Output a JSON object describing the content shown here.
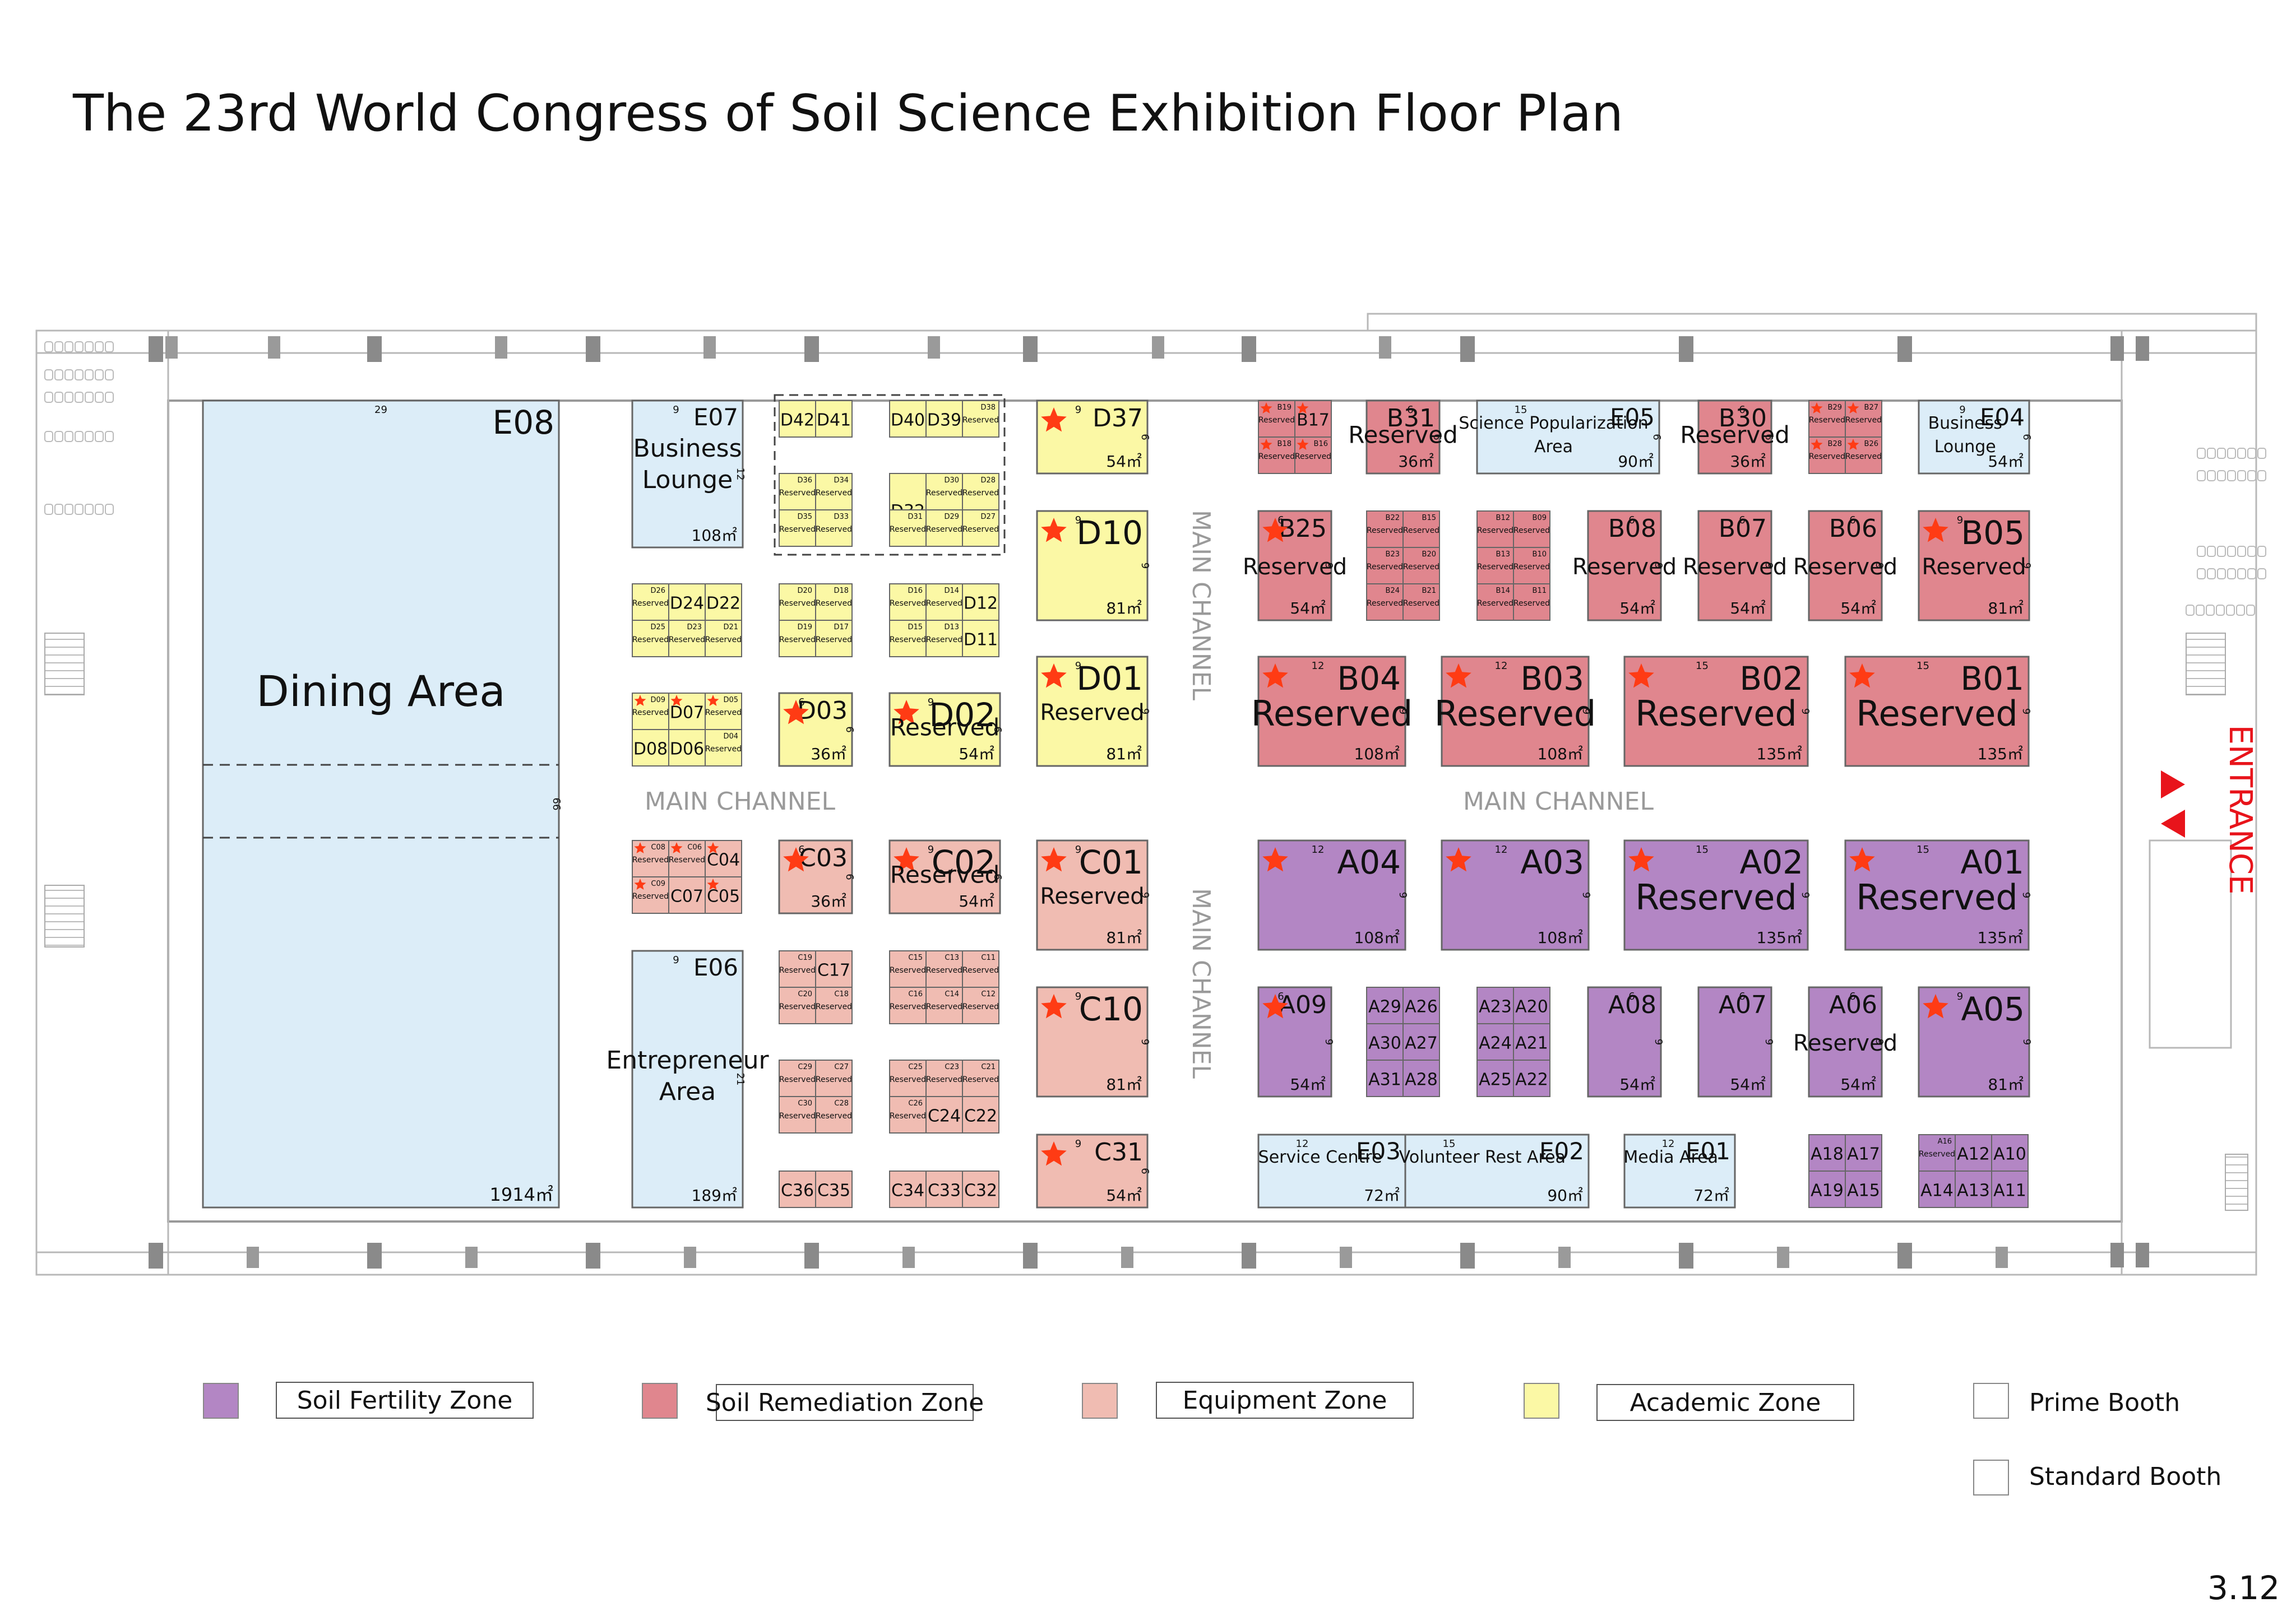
{
  "title": "The 23rd World Congress of Soil Science Exhibition Floor Plan",
  "page_number": "3.12",
  "colors": {
    "fertility": "#b386c4",
    "remediation": "#e0868e",
    "equipment": "#f0bcb2",
    "academic": "#fbf8a5",
    "service": "#dcedf8",
    "star": "#ff3b14"
  },
  "labels": {
    "main_channel": "MAIN CHANNEL",
    "entrance": "ENTRANCE",
    "reserved": "Reserved"
  },
  "legend": {
    "fertility": "Soil Fertility Zone",
    "remediation": "Soil Remediation Zone",
    "equipment": "Equipment Zone",
    "academic": "Academic Zone",
    "prime": "Prime Booth",
    "standard": "Standard Booth"
  },
  "booths": [
    {
      "id": "E08",
      "zone": "service",
      "area": "1914㎡",
      "dim": "29",
      "side": "66",
      "title": "Dining Area"
    },
    {
      "id": "E07",
      "zone": "service",
      "area": "108㎡",
      "dim": "9",
      "side": "12",
      "title": "Business Lounge"
    },
    {
      "id": "E06",
      "zone": "service",
      "area": "189㎡",
      "dim": "9",
      "side": "21",
      "title": "Entrepreneur Area"
    },
    {
      "id": "E05",
      "zone": "service",
      "area": "90㎡",
      "dim": "15",
      "side": "6",
      "title": "Science Popularization Area"
    },
    {
      "id": "E04",
      "zone": "service",
      "area": "54㎡",
      "dim": "9",
      "side": "6",
      "title": "Business Lounge"
    },
    {
      "id": "E03",
      "zone": "service",
      "area": "72㎡",
      "dim": "12",
      "title": "Service Centre"
    },
    {
      "id": "E02",
      "zone": "service",
      "area": "90㎡",
      "dim": "15",
      "title": "Volunteer Rest Area"
    },
    {
      "id": "E01",
      "zone": "service",
      "area": "72㎡",
      "dim": "12",
      "title": "Media Area"
    },
    {
      "id": "D37",
      "zone": "academic",
      "area": "54㎡",
      "dim": "9",
      "side": "6",
      "prime": true
    },
    {
      "id": "D10",
      "zone": "academic",
      "area": "81㎡",
      "dim": "9",
      "side": "9",
      "prime": true
    },
    {
      "id": "D01",
      "zone": "academic",
      "area": "81㎡",
      "dim": "9",
      "side": "9",
      "prime": true,
      "status": "Reserved"
    },
    {
      "id": "D03",
      "zone": "academic",
      "area": "36㎡",
      "dim": "6",
      "side": "6",
      "prime": true
    },
    {
      "id": "D02",
      "zone": "academic",
      "area": "54㎡",
      "dim": "9",
      "side": "6",
      "prime": true,
      "status": "Reserved"
    },
    {
      "id": "C03",
      "zone": "equipment",
      "area": "36㎡",
      "dim": "6",
      "side": "6",
      "prime": true
    },
    {
      "id": "C02",
      "zone": "equipment",
      "area": "54㎡",
      "dim": "9",
      "side": "6",
      "prime": true,
      "status": "Reserved"
    },
    {
      "id": "C01",
      "zone": "equipment",
      "area": "81㎡",
      "dim": "9",
      "side": "9",
      "prime": true,
      "status": "Reserved"
    },
    {
      "id": "C10",
      "zone": "equipment",
      "area": "81㎡",
      "dim": "9",
      "side": "9",
      "prime": true
    },
    {
      "id": "C31",
      "zone": "equipment",
      "area": "54㎡",
      "dim": "9",
      "side": "6",
      "prime": true
    },
    {
      "id": "B31",
      "zone": "remediation",
      "area": "36㎡",
      "dim": "6",
      "side": "6",
      "status": "Reserved"
    },
    {
      "id": "B30",
      "zone": "remediation",
      "area": "36㎡",
      "dim": "6",
      "side": "6",
      "status": "Reserved"
    },
    {
      "id": "B25",
      "zone": "remediation",
      "area": "54㎡",
      "dim": "6",
      "side": "9",
      "prime": true,
      "status": "Reserved"
    },
    {
      "id": "B08",
      "zone": "remediation",
      "area": "54㎡",
      "dim": "6",
      "side": "9",
      "status": "Reserved"
    },
    {
      "id": "B07",
      "zone": "remediation",
      "area": "54㎡",
      "dim": "6",
      "side": "9",
      "status": "Reserved"
    },
    {
      "id": "B06",
      "zone": "remediation",
      "area": "54㎡",
      "dim": "6",
      "side": "9",
      "status": "Reserved"
    },
    {
      "id": "B05",
      "zone": "remediation",
      "area": "81㎡",
      "dim": "9",
      "side": "9",
      "prime": true,
      "status": "Reserved"
    },
    {
      "id": "B04",
      "zone": "remediation",
      "area": "108㎡",
      "dim": "12",
      "side": "9",
      "prime": true,
      "status": "Reserved"
    },
    {
      "id": "B03",
      "zone": "remediation",
      "area": "108㎡",
      "dim": "12",
      "side": "9",
      "prime": true,
      "status": "Reserved"
    },
    {
      "id": "B02",
      "zone": "remediation",
      "area": "135㎡",
      "dim": "15",
      "side": "9",
      "prime": true,
      "status": "Reserved"
    },
    {
      "id": "B01",
      "zone": "remediation",
      "area": "135㎡",
      "dim": "15",
      "side": "9",
      "prime": true,
      "status": "Reserved"
    },
    {
      "id": "A04",
      "zone": "fertility",
      "area": "108㎡",
      "dim": "12",
      "side": "9",
      "prime": true
    },
    {
      "id": "A03",
      "zone": "fertility",
      "area": "108㎡",
      "dim": "12",
      "side": "9",
      "prime": true
    },
    {
      "id": "A02",
      "zone": "fertility",
      "area": "135㎡",
      "dim": "15",
      "side": "9",
      "prime": true,
      "status": "Reserved"
    },
    {
      "id": "A01",
      "zone": "fertility",
      "area": "135㎡",
      "dim": "15",
      "side": "9",
      "prime": true,
      "status": "Reserved"
    },
    {
      "id": "A09",
      "zone": "fertility",
      "area": "54㎡",
      "dim": "6",
      "side": "9",
      "prime": true
    },
    {
      "id": "A08",
      "zone": "fertility",
      "area": "54㎡",
      "dim": "6",
      "side": "9"
    },
    {
      "id": "A07",
      "zone": "fertility",
      "area": "54㎡",
      "dim": "6",
      "side": "9"
    },
    {
      "id": "A06",
      "zone": "fertility",
      "area": "54㎡",
      "dim": "6",
      "side": "9",
      "status": "Reserved"
    },
    {
      "id": "A05",
      "zone": "fertility",
      "area": "81㎡",
      "dim": "9",
      "side": "9",
      "prime": true
    }
  ],
  "small_booths": [
    {
      "id": "D42",
      "zone": "academic"
    },
    {
      "id": "D41",
      "zone": "academic"
    },
    {
      "id": "D40",
      "zone": "academic"
    },
    {
      "id": "D39",
      "zone": "academic"
    },
    {
      "id": "D38",
      "zone": "academic",
      "status": "Reserved"
    },
    {
      "id": "D36",
      "zone": "academic",
      "status": "Reserved"
    },
    {
      "id": "D34",
      "zone": "academic",
      "status": "Reserved"
    },
    {
      "id": "D35",
      "zone": "academic",
      "status": "Reserved"
    },
    {
      "id": "D33",
      "zone": "academic",
      "status": "Reserved"
    },
    {
      "id": "D32",
      "zone": "academic"
    },
    {
      "id": "D30",
      "zone": "academic",
      "status": "Reserved"
    },
    {
      "id": "D28",
      "zone": "academic",
      "status": "Reserved"
    },
    {
      "id": "D31",
      "zone": "academic",
      "status": "Reserved"
    },
    {
      "id": "D29",
      "zone": "academic",
      "status": "Reserved"
    },
    {
      "id": "D27",
      "zone": "academic",
      "status": "Reserved"
    },
    {
      "id": "D26",
      "zone": "academic",
      "status": "Reserved"
    },
    {
      "id": "D24",
      "zone": "academic"
    },
    {
      "id": "D22",
      "zone": "academic"
    },
    {
      "id": "D25",
      "zone": "academic",
      "status": "Reserved"
    },
    {
      "id": "D23",
      "zone": "academic",
      "status": "Reserved"
    },
    {
      "id": "D21",
      "zone": "academic",
      "status": "Reserved"
    },
    {
      "id": "D20",
      "zone": "academic",
      "status": "Reserved"
    },
    {
      "id": "D18",
      "zone": "academic",
      "status": "Reserved"
    },
    {
      "id": "D19",
      "zone": "academic",
      "status": "Reserved"
    },
    {
      "id": "D17",
      "zone": "academic",
      "status": "Reserved"
    },
    {
      "id": "D16",
      "zone": "academic",
      "status": "Reserved"
    },
    {
      "id": "D14",
      "zone": "academic",
      "status": "Reserved"
    },
    {
      "id": "D12",
      "zone": "academic"
    },
    {
      "id": "D15",
      "zone": "academic",
      "status": "Reserved"
    },
    {
      "id": "D13",
      "zone": "academic",
      "status": "Reserved"
    },
    {
      "id": "D11",
      "zone": "academic"
    },
    {
      "id": "D09",
      "zone": "academic",
      "prime": true,
      "status": "Reserved"
    },
    {
      "id": "D07",
      "zone": "academic",
      "prime": true
    },
    {
      "id": "D05",
      "zone": "academic",
      "prime": true,
      "status": "Reserved"
    },
    {
      "id": "D06",
      "zone": "academic"
    },
    {
      "id": "D04",
      "zone": "academic",
      "status": "Reserved"
    },
    {
      "id": "D08",
      "zone": "academic"
    },
    {
      "id": "C08",
      "zone": "equipment",
      "prime": true,
      "status": "Reserved"
    },
    {
      "id": "C06",
      "zone": "equipment",
      "prime": true,
      "status": "Reserved"
    },
    {
      "id": "C04",
      "zone": "equipment",
      "prime": true
    },
    {
      "id": "C09",
      "zone": "equipment",
      "prime": true,
      "status": "Reserved"
    },
    {
      "id": "C07",
      "zone": "equipment"
    },
    {
      "id": "C05",
      "zone": "equipment",
      "prime": true
    },
    {
      "id": "C19",
      "zone": "equipment",
      "status": "Reserved"
    },
    {
      "id": "C17",
      "zone": "equipment"
    },
    {
      "id": "C20",
      "zone": "equipment",
      "status": "Reserved"
    },
    {
      "id": "C18",
      "zone": "equipment",
      "status": "Reserved"
    },
    {
      "id": "C15",
      "zone": "equipment",
      "status": "Reserved"
    },
    {
      "id": "C13",
      "zone": "equipment",
      "status": "Reserved"
    },
    {
      "id": "C11",
      "zone": "equipment",
      "status": "Reserved"
    },
    {
      "id": "C16",
      "zone": "equipment",
      "status": "Reserved"
    },
    {
      "id": "C14",
      "zone": "equipment",
      "status": "Reserved"
    },
    {
      "id": "C12",
      "zone": "equipment",
      "status": "Reserved"
    },
    {
      "id": "C29",
      "zone": "equipment",
      "status": "Reserved"
    },
    {
      "id": "C27",
      "zone": "equipment",
      "status": "Reserved"
    },
    {
      "id": "C30",
      "zone": "equipment",
      "status": "Reserved"
    },
    {
      "id": "C28",
      "zone": "equipment",
      "status": "Reserved"
    },
    {
      "id": "C25",
      "zone": "equipment",
      "status": "Reserved"
    },
    {
      "id": "C23",
      "zone": "equipment",
      "status": "Reserved"
    },
    {
      "id": "C21",
      "zone": "equipment",
      "status": "Reserved"
    },
    {
      "id": "C26",
      "zone": "equipment",
      "status": "Reserved"
    },
    {
      "id": "C24",
      "zone": "equipment"
    },
    {
      "id": "C22",
      "zone": "equipment"
    },
    {
      "id": "C36",
      "zone": "equipment"
    },
    {
      "id": "C35",
      "zone": "equipment"
    },
    {
      "id": "C34",
      "zone": "equipment"
    },
    {
      "id": "C33",
      "zone": "equipment"
    },
    {
      "id": "C32",
      "zone": "equipment"
    },
    {
      "id": "B19",
      "zone": "remediation",
      "prime": true,
      "status": "Reserved"
    },
    {
      "id": "B17",
      "zone": "remediation",
      "prime": true
    },
    {
      "id": "B18",
      "zone": "remediation",
      "prime": true,
      "status": "Reserved"
    },
    {
      "id": "B16",
      "zone": "remediation",
      "prime": true,
      "status": "Reserved"
    },
    {
      "id": "B29",
      "zone": "remediation",
      "prime": true,
      "status": "Reserved"
    },
    {
      "id": "B27",
      "zone": "remediation",
      "prime": true,
      "status": "Reserved"
    },
    {
      "id": "B28",
      "zone": "remediation",
      "prime": true,
      "status": "Reserved"
    },
    {
      "id": "B26",
      "zone": "remediation",
      "prime": true,
      "status": "Reserved"
    },
    {
      "id": "B22",
      "zone": "remediation",
      "status": "Reserved"
    },
    {
      "id": "B15",
      "zone": "remediation",
      "status": "Reserved"
    },
    {
      "id": "B23",
      "zone": "remediation",
      "status": "Reserved"
    },
    {
      "id": "B20",
      "zone": "remediation",
      "status": "Reserved"
    },
    {
      "id": "B24",
      "zone": "remediation",
      "status": "Reserved"
    },
    {
      "id": "B21",
      "zone": "remediation",
      "status": "Reserved"
    },
    {
      "id": "B12",
      "zone": "remediation",
      "status": "Reserved"
    },
    {
      "id": "B09",
      "zone": "remediation",
      "status": "Reserved"
    },
    {
      "id": "B13",
      "zone": "remediation",
      "status": "Reserved"
    },
    {
      "id": "B10",
      "zone": "remediation",
      "status": "Reserved"
    },
    {
      "id": "B14",
      "zone": "remediation",
      "status": "Reserved"
    },
    {
      "id": "B11",
      "zone": "remediation",
      "status": "Reserved"
    },
    {
      "id": "A29",
      "zone": "fertility"
    },
    {
      "id": "A26",
      "zone": "fertility"
    },
    {
      "id": "A30",
      "zone": "fertility"
    },
    {
      "id": "A27",
      "zone": "fertility"
    },
    {
      "id": "A31",
      "zone": "fertility"
    },
    {
      "id": "A28",
      "zone": "fertility"
    },
    {
      "id": "A23",
      "zone": "fertility"
    },
    {
      "id": "A20",
      "zone": "fertility"
    },
    {
      "id": "A24",
      "zone": "fertility"
    },
    {
      "id": "A21",
      "zone": "fertility"
    },
    {
      "id": "A25",
      "zone": "fertility"
    },
    {
      "id": "A22",
      "zone": "fertility"
    },
    {
      "id": "A18",
      "zone": "fertility"
    },
    {
      "id": "A17",
      "zone": "fertility"
    },
    {
      "id": "A19",
      "zone": "fertility"
    },
    {
      "id": "A15",
      "zone": "fertility"
    },
    {
      "id": "A16",
      "zone": "fertility",
      "status": "Reserved"
    },
    {
      "id": "A12",
      "zone": "fertility"
    },
    {
      "id": "A10",
      "zone": "fertility"
    },
    {
      "id": "A14",
      "zone": "fertility"
    },
    {
      "id": "A13",
      "zone": "fertility"
    },
    {
      "id": "A11",
      "zone": "fertility"
    }
  ]
}
